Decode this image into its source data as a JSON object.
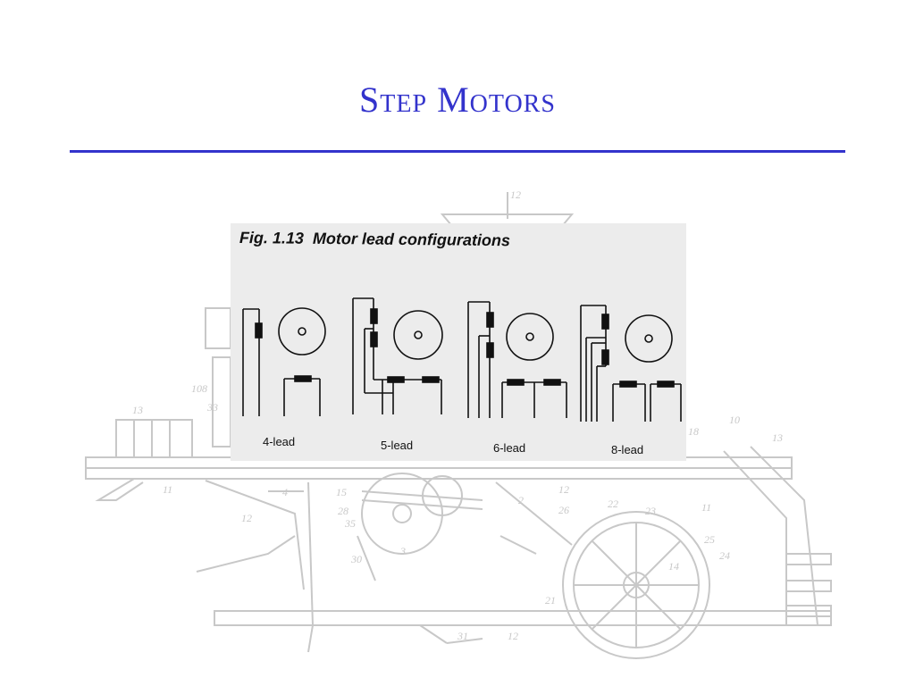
{
  "slide": {
    "title": "Step Motors"
  },
  "figure": {
    "caption_number": "Fig. 1.13",
    "caption_text": "Motor lead configurations",
    "leads": [
      "4-lead",
      "5-lead",
      "6-lead",
      "8-lead"
    ]
  },
  "colors": {
    "title": "#3333cc",
    "rule": "#3333cc",
    "background_drawing": "#c8c8c8",
    "figure_background": "#ececec"
  }
}
